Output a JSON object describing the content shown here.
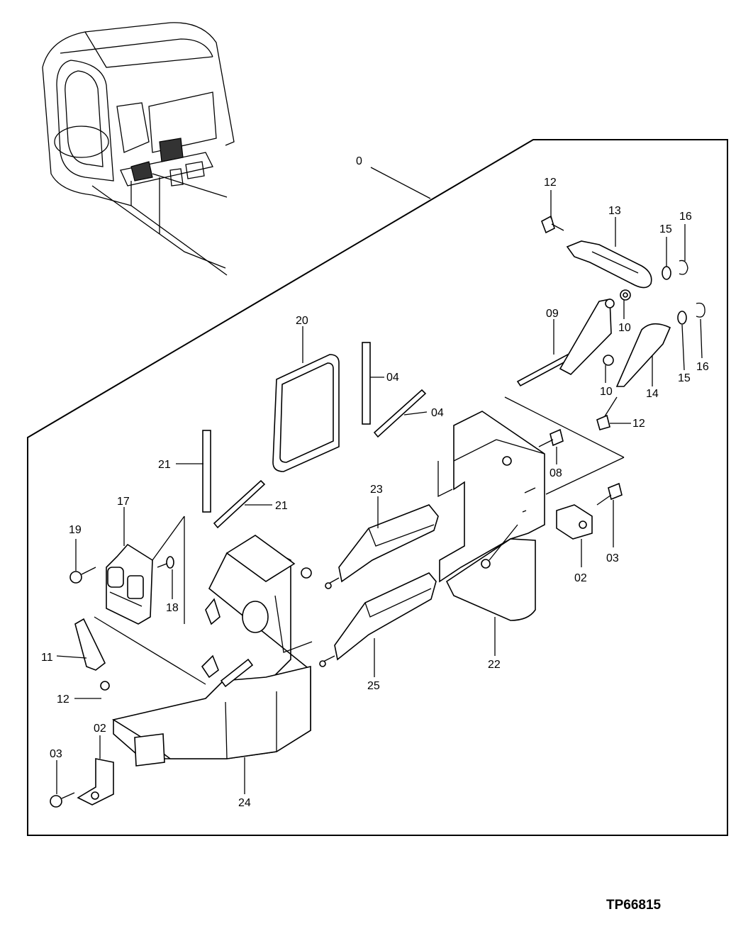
{
  "diagram": {
    "drawing_code": "TP66815",
    "labels": {
      "assembly": "0",
      "l20": "20",
      "l04a": "04",
      "l04b": "04",
      "l21a": "21",
      "l21b": "21",
      "l12a": "12",
      "l12b": "12",
      "l12c": "12",
      "l13": "13",
      "l15a": "15",
      "l15b": "15",
      "l16a": "16",
      "l16b": "16",
      "l09": "09",
      "l10a": "10",
      "l10b": "10",
      "l14": "14",
      "l08": "08",
      "l03a": "03",
      "l03b": "03",
      "l02a": "02",
      "l02b": "02",
      "l17": "17",
      "l19": "19",
      "l18": "18",
      "l11": "11",
      "l23": "23",
      "l25": "25",
      "l22": "22",
      "l24": "24"
    }
  }
}
